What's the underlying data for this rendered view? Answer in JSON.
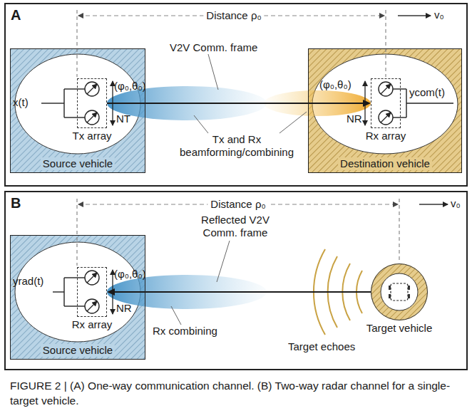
{
  "diagram": {
    "caption": "FIGURE 2 | (A) One-way communication channel. (B) Two-way radar channel for a single-target vehicle.",
    "nodes": [
      {
        "text": [
          "A"
        ]
      },
      {
        "text": [
          "Source vehicle"
        ],
        "in": 0
      },
      {
        "text": [
          "Tx array"
        ],
        "in": 1
      },
      {
        "text": [
          "Destination vehicle"
        ],
        "in": 0
      },
      {
        "text": [
          "Rx array"
        ],
        "in": 3
      },
      {
        "text": [
          "B"
        ]
      },
      {
        "text": [
          "Source vehicle"
        ],
        "in": 5
      },
      {
        "text": [
          "Rx array"
        ],
        "in": 6
      },
      {
        "text": [
          "Target vehicle"
        ],
        "in": 5
      }
    ],
    "edges": [
      {
        "from": 2,
        "to": 4,
        "arrow": "to"
      },
      {
        "from": 8,
        "to": 7,
        "arrow": "to"
      }
    ],
    "labels": [
      "x(t)",
      "NT",
      "(φ₀,θ₀)",
      "Distance ρ₀",
      "v₀",
      "V2V Comm. frame",
      "Tx and Rx beamforming/combining",
      "NR",
      "(φ₀,θ₀)",
      "ycom(t)",
      "Distance ρ₀",
      "v₀",
      "yrad(t)",
      "NR",
      "(φ₀,θ₀)",
      "Reflected V2V Comm. frame",
      "Rx combining",
      "Target echoes"
    ]
  }
}
